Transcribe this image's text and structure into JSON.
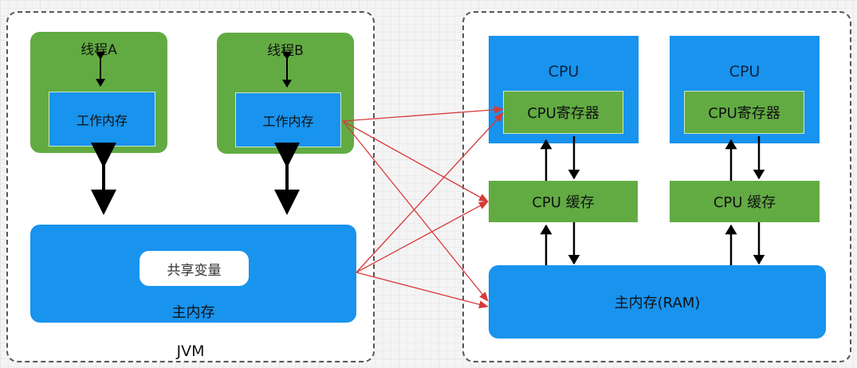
{
  "jvm": {
    "label": "JVM",
    "threads": [
      {
        "name": "线程A",
        "work_memory": "工作内存"
      },
      {
        "name": "线程B",
        "work_memory": "工作内存"
      }
    ],
    "main_memory": {
      "label": "主内存",
      "shared_variable": "共享变量"
    }
  },
  "hardware": {
    "cpus": [
      {
        "label": "CPU",
        "register": "CPU寄存器",
        "cache": "CPU 缓存"
      },
      {
        "label": "CPU",
        "register": "CPU寄存器",
        "cache": "CPU 缓存"
      }
    ],
    "ram": {
      "label": "主内存(RAM)"
    }
  },
  "colors": {
    "green": "#62ab43",
    "blue": "#1893ee",
    "mapping_arrow": "#d63a3a",
    "arrow": "#000000"
  }
}
